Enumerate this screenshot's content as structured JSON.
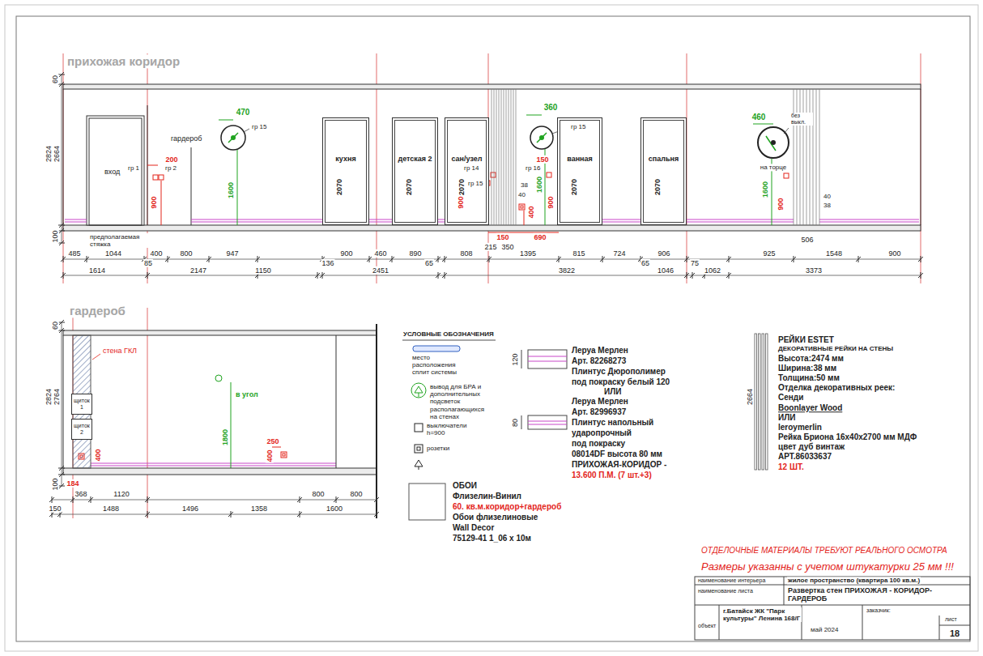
{
  "diagram": {
    "nodes": [
      {
        "text": [
          "кухня",
          "2070"
        ]
      },
      {
        "text": [
          "детская 2",
          "2070"
        ]
      },
      {
        "text": [
          "сан/узел",
          "2070"
        ]
      },
      {
        "text": [
          "ванная",
          "2070"
        ]
      },
      {
        "text": [
          "спальня",
          "2070"
        ]
      },
      {
        "text": [
          "щиток 1"
        ]
      },
      {
        "text": [
          "щиток 2"
        ]
      }
    ],
    "labels": [
      "прихожая коридор",
      "60",
      "2824",
      "2664",
      "100",
      "вход",
      "гр 1",
      "200",
      "гр 2",
      "гардероб",
      "900",
      "470",
      "гр 15",
      "1600",
      "гр 14",
      "гр 15",
      "38",
      "40",
      "900",
      "150",
      "215",
      "350",
      "360",
      "гр 15",
      "150",
      "гр 16",
      "400",
      "1600",
      "900",
      "690",
      "460",
      "без выкл.",
      "на торце",
      "1600",
      "900",
      "40",
      "38",
      "506",
      "предполагаемая стяжка",
      "485",
      "1044",
      "400",
      "800",
      "947",
      "900",
      "460",
      "890",
      "808",
      "1395",
      "815",
      "724",
      "906",
      "925",
      "1548",
      "900",
      "1614",
      "85",
      "2147",
      "1150",
      "136",
      "2451",
      "65",
      "3822",
      "65",
      "1046",
      "75",
      "1062",
      "3373",
      "гардероб",
      "60",
      "2824",
      "2764",
      "100",
      "стена ГКЛ",
      "в угол",
      "1800",
      "400",
      "250",
      "400",
      "184",
      "368",
      "1120",
      "800",
      "800",
      "150",
      "1488",
      "1496",
      "1358",
      "1600",
      "УСЛОВНЫЕ ОБОЗНАЧЕНИЯ",
      "120",
      "80",
      "Леруа Мерлен",
      "Арт. 82268273",
      "Плинтус Дюрополимер",
      "под покраску белый 120",
      "ИЛИ",
      "Леруа Мерлен",
      "Арт. 82996937",
      "Плинтус напольный",
      "ударопрочный",
      "под покраску",
      "08014DF высота 80 мм",
      "ПРИХОЖАЯ-КОРИДОР -",
      "13.600 П.М. (7 шт.+3)",
      "ОБОИ",
      "Флизелин-Винил",
      "60. кв.м.коридор+гардероб",
      "Обои флизелиновые",
      "Wall Decor",
      "75129-41 1_06 х 10м",
      "2664",
      "РЕЙКИ ESTET",
      "ДЕКОРАТИВНЫЕ РЕЙКИ НА СТЕНЫ",
      "Высота:2474 мм",
      "Ширина:38 мм",
      "Толщина:50 мм",
      "Отделка декоративных реек:",
      "Сенди",
      "Boonlayer Wood",
      "ИЛИ",
      "leroymerlin",
      "Рейка Бриона 16х40х2700 мм МДФ",
      "цвет дуб винтаж",
      "АРТ.86033637",
      "12 ШТ.",
      "ОТДЕЛОЧНЫЕ МАТЕРИАЛЫ ТРЕБУЮТ РЕАЛЬНОГО ОСМОТРА",
      "Размеры указанны с учетом штукатурки 25 мм !!!",
      "наименование интерьера",
      "жилое пространство (квартира 100 кв.м.)",
      "наименование листа",
      "Развертка стен ПРИХОЖАЯ - КОРИДОР-ГАРДЕРОБ",
      "объект",
      "г.Батайск ЖК \"Парк культуры\" Ленина 168/Г",
      "заказчик:",
      "май 2024",
      "лист",
      "18"
    ],
    "legend": [
      {
        "text": "место расположения сплит системы"
      },
      {
        "text": "вывод для БРА и дополнительных подсветок располагающихся на стенах"
      },
      {
        "text": "выключатели h=900"
      },
      {
        "text": "розетки"
      }
    ]
  }
}
